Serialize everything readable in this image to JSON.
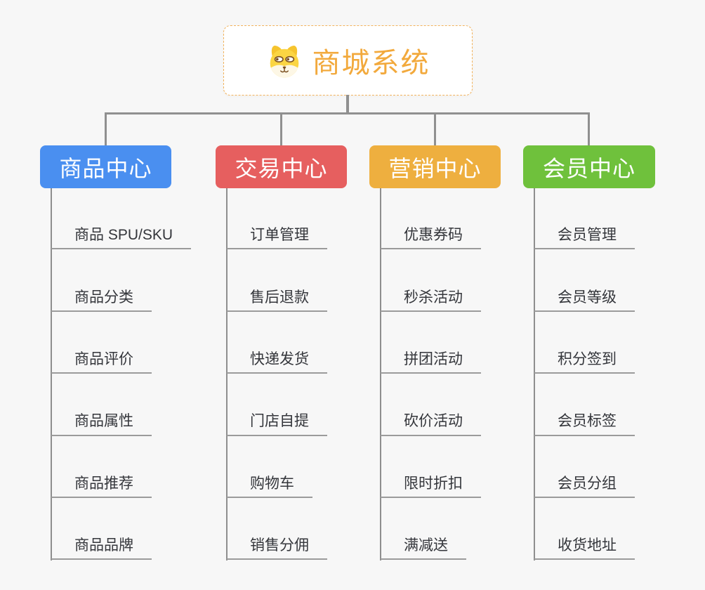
{
  "root": {
    "title": "商城系统",
    "icon": "dog-face-icon",
    "title_color": "#f2a93c",
    "border_color": "#f2b35c"
  },
  "branches": [
    {
      "title": "商品中心",
      "color": "#4a8ff0",
      "items": [
        "商品 SPU/SKU",
        "商品分类",
        "商品评价",
        "商品属性",
        "商品推荐",
        "商品品牌"
      ]
    },
    {
      "title": "交易中心",
      "color": "#e65f5f",
      "items": [
        "订单管理",
        "售后退款",
        "快递发货",
        "门店自提",
        "购物车",
        "销售分佣"
      ]
    },
    {
      "title": "营销中心",
      "color": "#eeaf3f",
      "items": [
        "优惠券码",
        "秒杀活动",
        "拼团活动",
        "砍价活动",
        "限时折扣",
        "满减送"
      ]
    },
    {
      "title": "会员中心",
      "color": "#6fc13c",
      "items": [
        "会员管理",
        "会员等级",
        "积分签到",
        "会员标签",
        "会员分组",
        "收货地址"
      ]
    }
  ],
  "connector_color": "#909090",
  "background_color": "#f7f7f7"
}
